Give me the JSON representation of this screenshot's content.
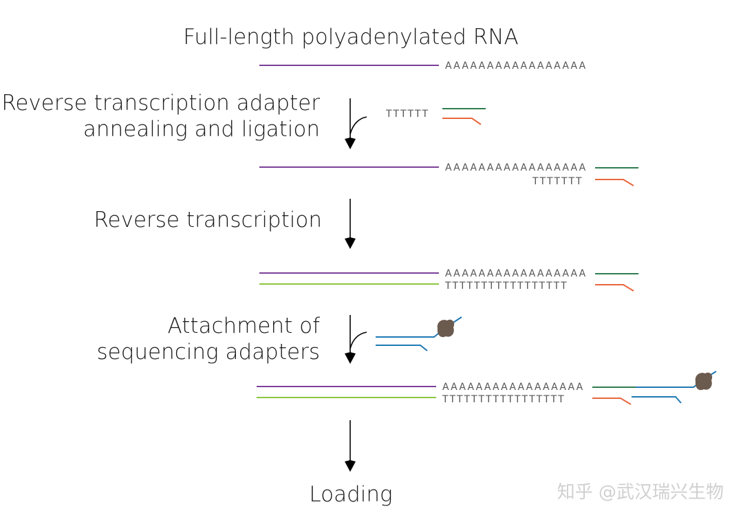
{
  "title": "Full-length polyadenylated RNA",
  "steps": [
    {
      "label_line1": "Reverse transcription adapter",
      "label_line2": "annealing and ligation"
    },
    {
      "label_line1": "Reverse transcription"
    },
    {
      "label_line1": "Attachment of",
      "label_line2": "sequencing adapters"
    },
    {
      "label_line1": "Loading"
    }
  ],
  "sequences": {
    "polyA": "AAAAAAAAAAAAAAAAA",
    "oligoT_short": "TTTTTT",
    "oligoT_adapter": "TTTTTTT",
    "polyT_full": "TTTTTTTTTTTTTTTTT"
  },
  "colors": {
    "rna": "#7b3f98",
    "cdna": "#8cc63f",
    "adapter_top": "#2e7d4f",
    "adapter_bottom": "#e8663d",
    "seq_adapter": "#1f78b4",
    "motor_protein": "#6b5a4e",
    "arrow": "#000000"
  },
  "watermark": "知乎 @武汉瑞兴生物"
}
